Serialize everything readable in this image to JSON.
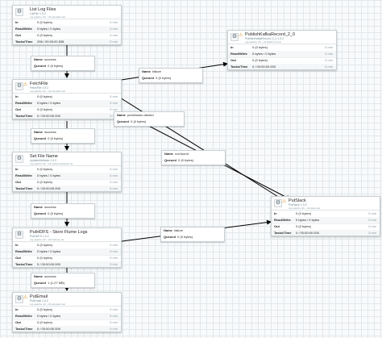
{
  "processors": {
    "list_log_files": {
      "name": "List Log Files",
      "type": "ListFile 1.9.2",
      "bundle": "org.apache.nifi - nifi-standard-nar",
      "in": "0 (0 bytes)",
      "in_window": "5 min",
      "rw": "0 bytes / 0 bytes",
      "rw_window": "5 min",
      "out": "0 (0 bytes)",
      "out_window": "5 min",
      "tasks": "298 / 00:00:00.538",
      "tasks_window": "5 min"
    },
    "fetch_file": {
      "name": "FetchFile",
      "type": "FetchFile 1.9.2",
      "bundle": "org.apache.nifi - nifi-standard-nar",
      "in": "0 (0 bytes)",
      "in_window": "5 min",
      "rw": "0 bytes / 0 bytes",
      "rw_window": "5 min",
      "out": "0 (0 bytes)",
      "out_window": "5 min",
      "tasks": "0 / 00:00:00.000",
      "tasks_window": "5 min"
    },
    "set_file_name": {
      "name": "Set File Name",
      "type": "UpdateAttribute 1.9.2",
      "bundle": "org.apache.nifi - nifi-update-attribute-nar",
      "in": "0 (0 bytes)",
      "in_window": "5 min",
      "rw": "0 bytes / 0 bytes",
      "rw_window": "5 min",
      "out": "0 (0 bytes)",
      "out_window": "5 min",
      "tasks": "0 / 00:00:00.000",
      "tasks_window": "5 min"
    },
    "put_hdfs": {
      "name": "PutHDFS - Store Flume Logs",
      "type": "PutHDFS 1.9.2",
      "bundle": "org.apache.nifi - nifi-hadoop-nar",
      "in": "0 (0 bytes)",
      "in_window": "5 min",
      "rw": "0 bytes / 0 bytes",
      "rw_window": "5 min",
      "out": "0 (0 bytes)",
      "out_window": "5 min",
      "tasks": "0 / 00:00:00.000",
      "tasks_window": "5 min"
    },
    "put_email": {
      "name": "PutEmail",
      "type": "PutEmail 1.9.2",
      "bundle": "org.apache.nifi - nifi-standard-nar",
      "in": "0 (0 bytes)",
      "in_window": "5 min",
      "rw": "0 bytes / 0 bytes",
      "rw_window": "5 min",
      "out": "0 (0 bytes)",
      "out_window": "5 min",
      "tasks": "0 / 00:00:00.000",
      "tasks_window": "5 min"
    },
    "publish_kafka": {
      "name": "PublishKafkaRecord_2_0",
      "type": "PublishKafkaRecord_2_0 1.9.2",
      "bundle": "org.apache.nifi - nifi-kafka-2-0-nar",
      "in": "0 (0 bytes)",
      "in_window": "5 min",
      "rw": "0 bytes / 0 bytes",
      "rw_window": "5 min",
      "out": "0 (0 bytes)",
      "out_window": "5 min",
      "tasks": "0 / 00:00:00.000",
      "tasks_window": "5 min"
    },
    "put_slack": {
      "name": "PutSlack",
      "type": "PutSlack 1.9.2",
      "bundle": "org.apache.nifi - nifi-slack-nar",
      "in": "0 (0 bytes)",
      "in_window": "5 min",
      "rw": "0 bytes / 0 bytes",
      "rw_window": "5 min",
      "out": "0 (0 bytes)",
      "out_window": "5 min",
      "tasks": "0 / 00:00:00.000",
      "tasks_window": "5 min"
    }
  },
  "stat_labels": {
    "in": "In",
    "rw": "Read/Write",
    "out": "Out",
    "tasks": "Tasks/Time"
  },
  "connections": {
    "c1": {
      "name_label": "Name",
      "name": "success",
      "queued_label": "Queued",
      "queued": "0 (0 bytes)"
    },
    "c2": {
      "name_label": "Name",
      "name": "failure",
      "queued_label": "Queued",
      "queued": "0 (0 bytes)"
    },
    "c3": {
      "name_label": "Name",
      "name": "permission.denied",
      "queued_label": "Queued",
      "queued": "0 (0 bytes)"
    },
    "c4": {
      "name_label": "Name",
      "name": "success",
      "queued_label": "Queued",
      "queued": "0 (0 bytes)"
    },
    "c5": {
      "name_label": "Name",
      "name": "not.found",
      "queued_label": "Queued",
      "queued": "0 (0 bytes)"
    },
    "c6": {
      "name_label": "Name",
      "name": "success",
      "queued_label": "Queued",
      "queued": "0 (0 bytes)"
    },
    "c7": {
      "name_label": "Name",
      "name": "failure",
      "queued_label": "Queued",
      "queued": "0 (0 bytes)"
    },
    "c8": {
      "name_label": "Name",
      "name": "success",
      "queued_label": "Queued",
      "queued": "1 (1.27 MB)"
    }
  },
  "icons": {
    "processor": "gear-icon",
    "invalid": "warning-triangle-icon"
  },
  "colors": {
    "connection_line": "#000000",
    "warning": "#d88c11",
    "canvas_grid": "#e3e8eb"
  }
}
